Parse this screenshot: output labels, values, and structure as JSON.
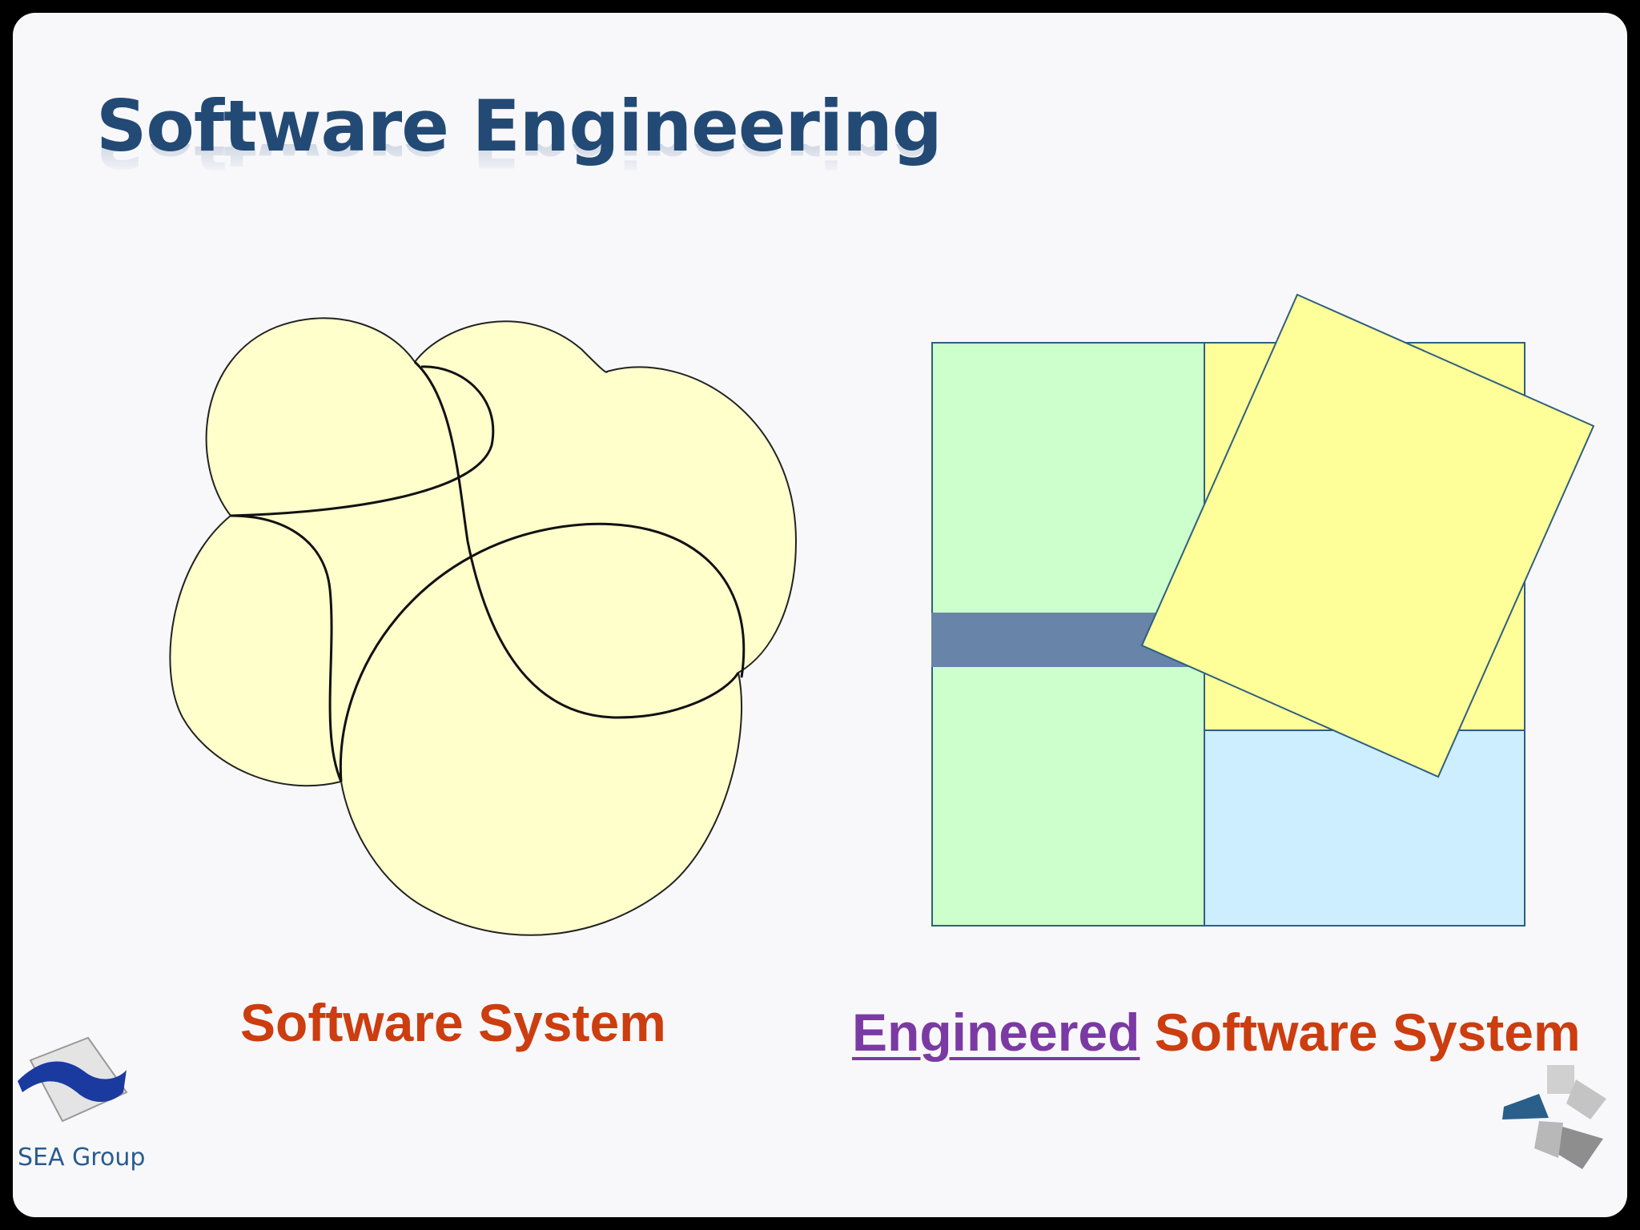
{
  "slide": {
    "title": "Software Engineering"
  },
  "captions": {
    "left": "Software System",
    "right_emphasis": "Engineered",
    "right_rest": " Software System"
  },
  "logos": {
    "left_label": "SEA Group",
    "left_icon": "sea-group-logo-icon",
    "right_icon": "pinwheel-logo-icon"
  },
  "colors": {
    "title": "#234a75",
    "caption": "#cc3d0f",
    "emphasis": "#7b3aa3",
    "blob_fill": "#ffffcc",
    "green_block": "#ccffcc",
    "yellow_block": "#ffff99",
    "blue_block": "#cceeff",
    "bar": "#6884a8"
  }
}
